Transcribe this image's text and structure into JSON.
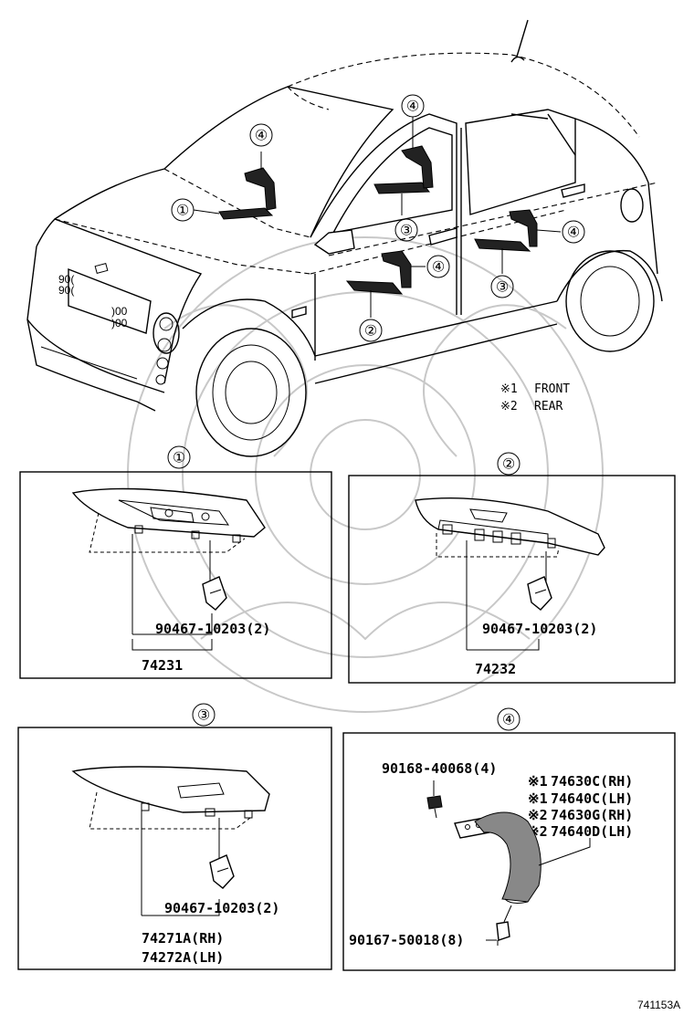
{
  "legend": {
    "front": {
      "mark": "※1",
      "label": "FRONT"
    },
    "rear": {
      "mark": "※2",
      "label": "REAR"
    }
  },
  "callouts": {
    "c1": "①",
    "c2": "②",
    "c3": "③",
    "c4": "④"
  },
  "panels": {
    "p1": {
      "title": "①",
      "fastener": "90467-10203(2)",
      "part": "74231"
    },
    "p2": {
      "title": "②",
      "fastener": "90467-10203(2)",
      "part": "74232"
    },
    "p3": {
      "title": "③",
      "fastener": "90467-10203(2)",
      "part_rh": "74271A(RH)",
      "part_lh": "74272A(LH)"
    },
    "p4": {
      "title": "④",
      "screw": "90168-40068(4)",
      "parts": [
        {
          "mark": "※1",
          "number": "74630C(RH)"
        },
        {
          "mark": "※1",
          "number": "74640C(LH)"
        },
        {
          "mark": "※2",
          "number": "74630G(RH)"
        },
        {
          "mark": "※2",
          "number": "74640D(LH)"
        }
      ],
      "clip": "90167-50018(8)"
    }
  },
  "diagram_ref": "741153A"
}
